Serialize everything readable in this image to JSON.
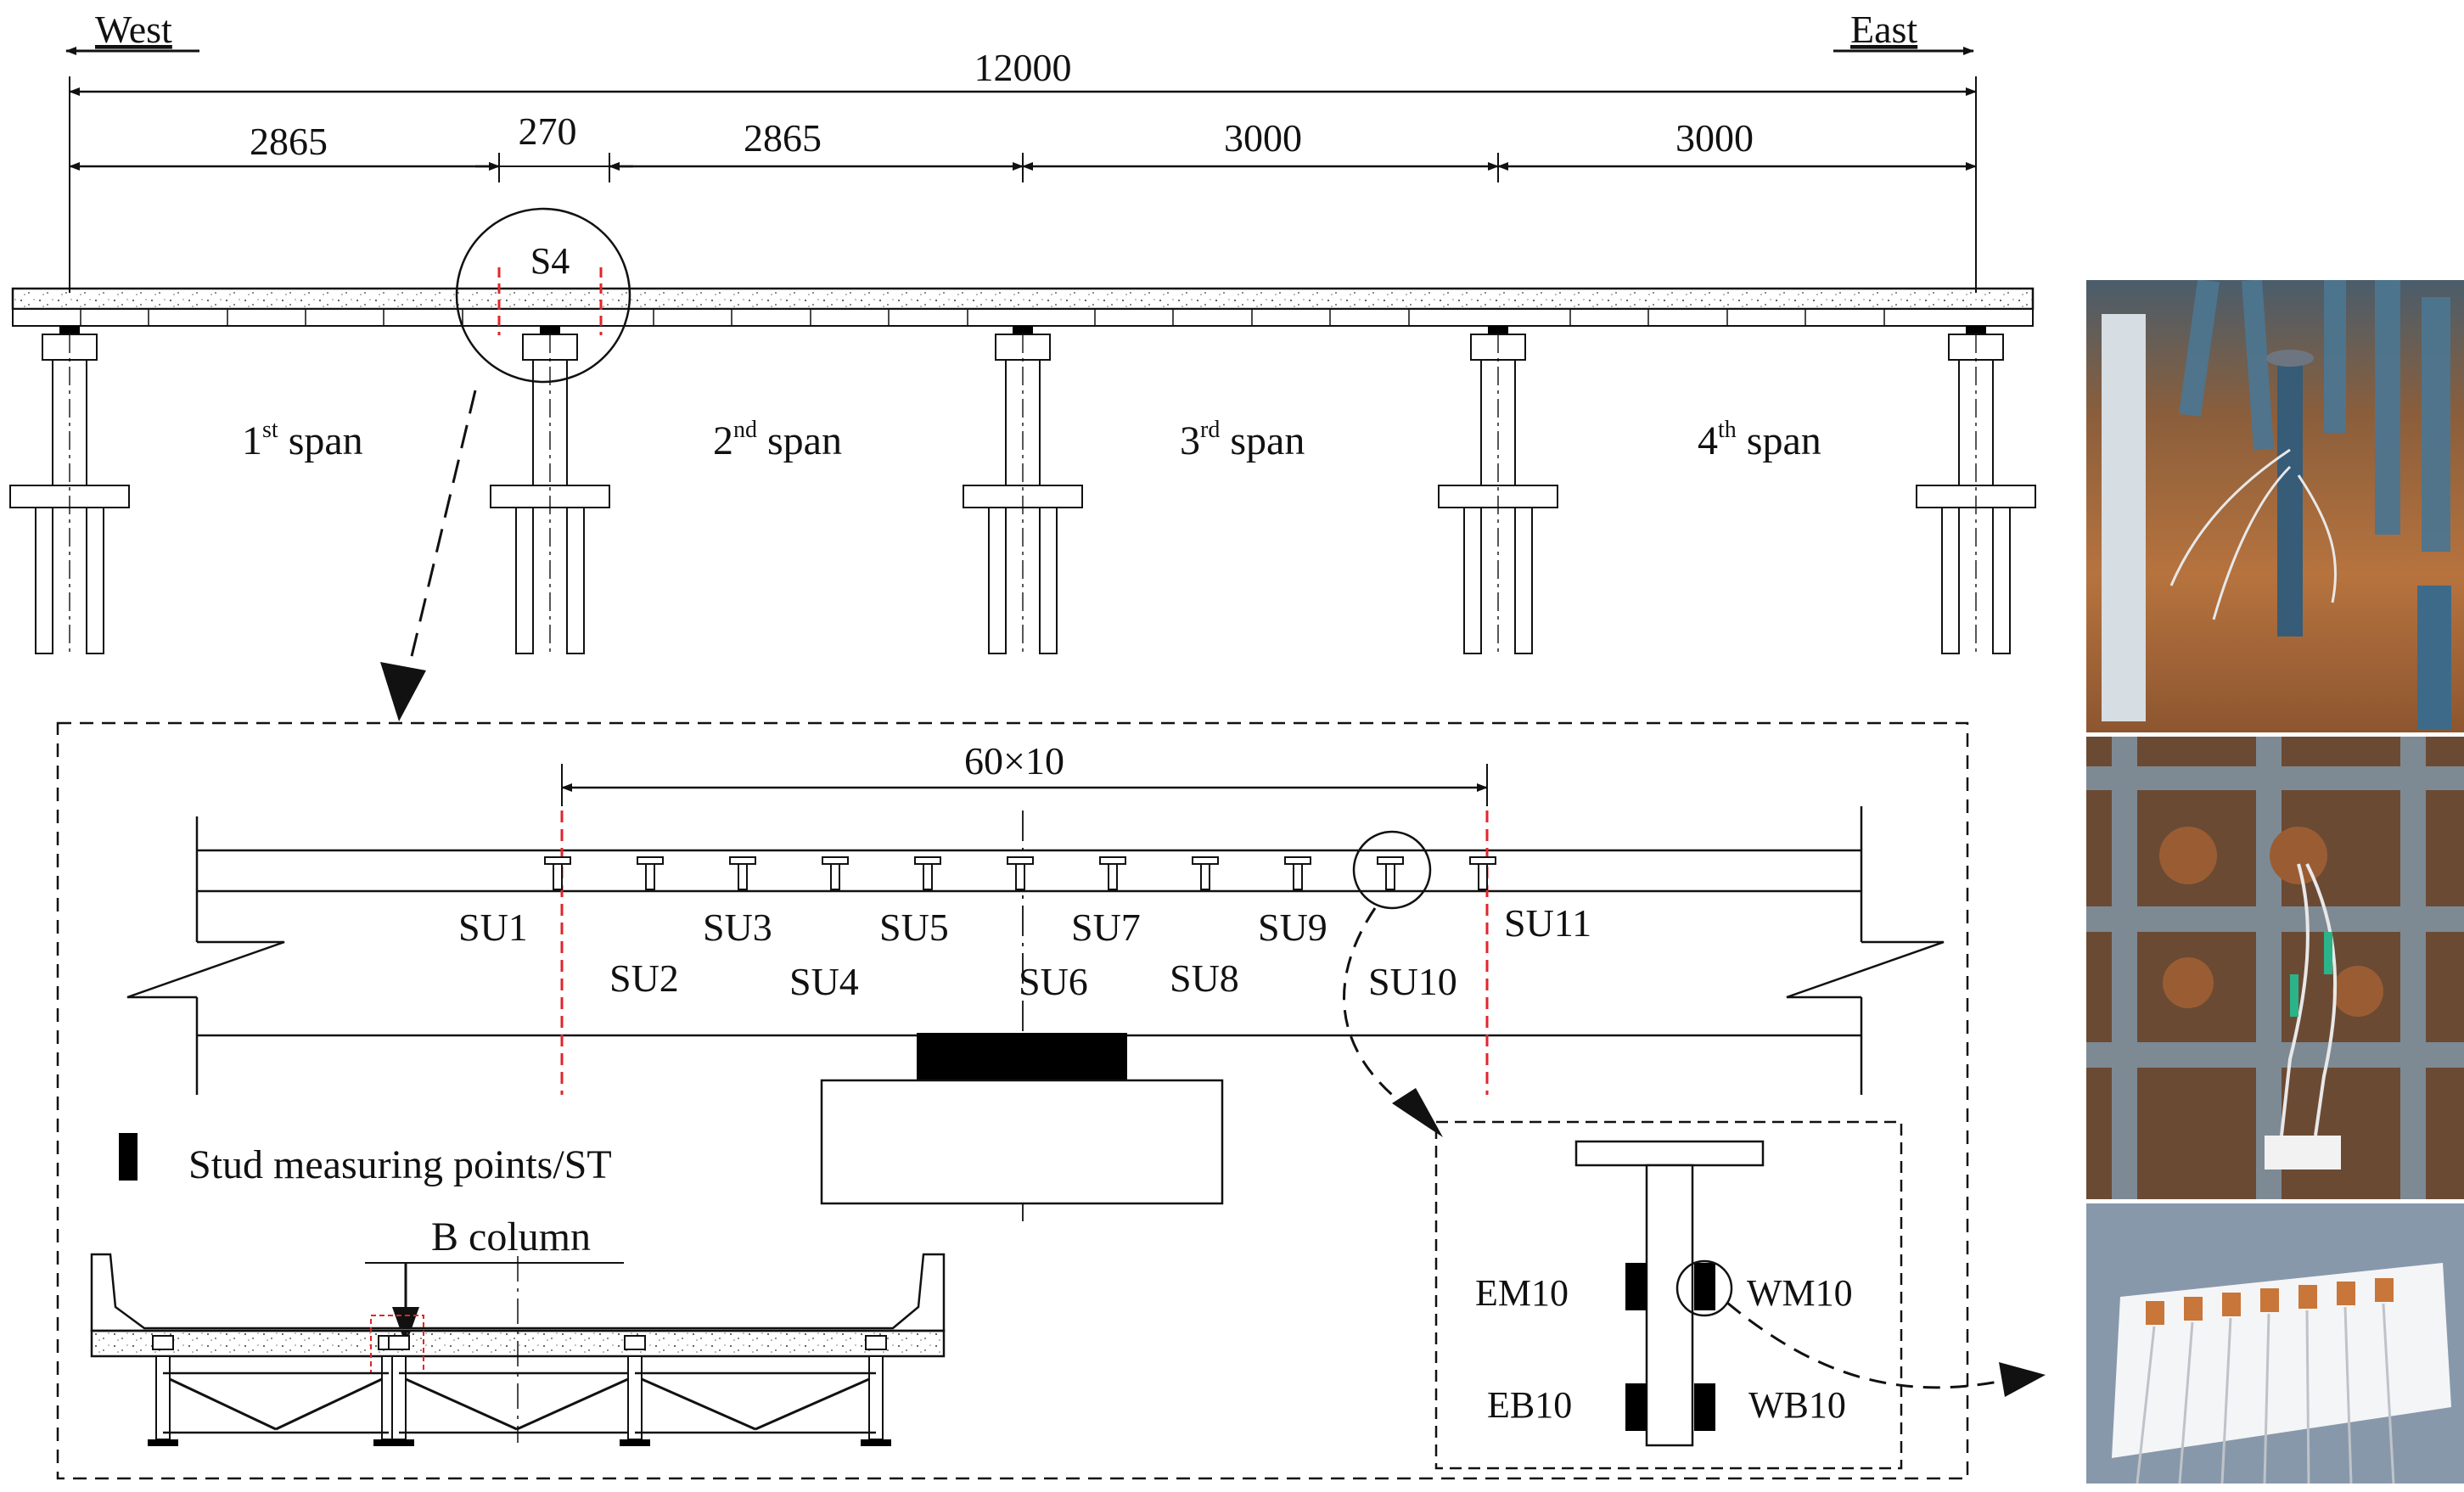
{
  "directions": {
    "west": "West",
    "east": "East"
  },
  "dimensions": {
    "total": "12000",
    "segments": [
      "2865",
      "270",
      "2865",
      "3000",
      "3000"
    ],
    "stud_spacing": "60×10"
  },
  "section_label": "S4",
  "spans": [
    {
      "label": "1",
      "sup": "st",
      "word": "span"
    },
    {
      "label": "2",
      "sup": "nd",
      "word": "span"
    },
    {
      "label": "3",
      "sup": "rd",
      "word": "span"
    },
    {
      "label": "4",
      "sup": "th",
      "word": "span"
    }
  ],
  "studs": [
    "SU1",
    "SU2",
    "SU3",
    "SU4",
    "SU5",
    "SU6",
    "SU7",
    "SU8",
    "SU9",
    "SU10",
    "SU11"
  ],
  "legend": {
    "text": "Stud measuring points/ST"
  },
  "column_label": "B column",
  "detail_points": {
    "em": "EM10",
    "wm": "WM10",
    "eb": "EB10",
    "wb": "WB10"
  },
  "colors": {
    "line": "#111111",
    "marker_red": "#e0262b",
    "photo_bg_top": "#8a5a34",
    "photo_bg_mid": "#6b4a34",
    "photo_bg_bot": "#9aa6b4"
  }
}
